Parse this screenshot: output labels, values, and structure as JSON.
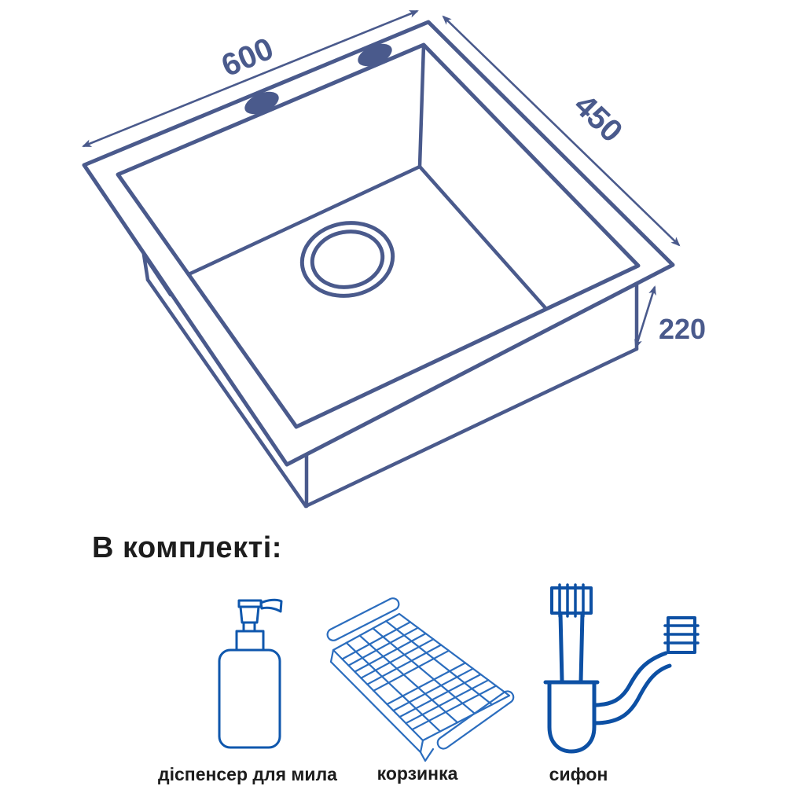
{
  "product_drawing": {
    "name": "kitchen-sink-technical-drawing",
    "dimensions": {
      "width_mm": "600",
      "depth_mm": "450",
      "height_mm": "220"
    }
  },
  "included_section": {
    "heading": "В комплекті:",
    "items": [
      {
        "label": "діспенсер для мила",
        "icon": "soap-dispenser-icon"
      },
      {
        "label": "корзинка",
        "icon": "basket-icon"
      },
      {
        "label": "сифон",
        "icon": "siphon-icon"
      }
    ]
  },
  "colors": {
    "sink_line": "#4a5a8c",
    "dispenser_line": "#0f57ad",
    "basket_line": "#2b6dbe",
    "siphon_line": "#0d50a4",
    "text": "#1d1d1d",
    "background": "#ffffff"
  }
}
